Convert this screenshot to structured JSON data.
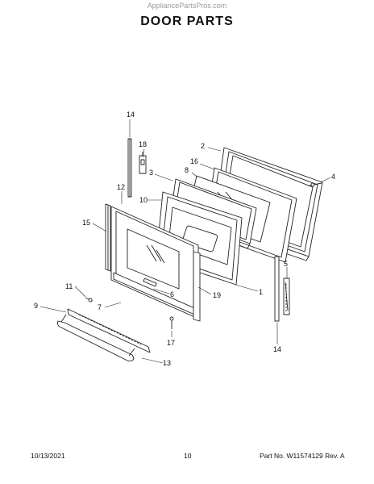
{
  "watermark": "AppliancePartsPros.com",
  "title": "DOOR PARTS",
  "callouts": [
    {
      "id": "c14a",
      "label": "14"
    },
    {
      "id": "c18",
      "label": "18"
    },
    {
      "id": "c2",
      "label": "2"
    },
    {
      "id": "c16",
      "label": "16"
    },
    {
      "id": "c3",
      "label": "3"
    },
    {
      "id": "c8",
      "label": "8"
    },
    {
      "id": "c4",
      "label": "4"
    },
    {
      "id": "c12",
      "label": "12"
    },
    {
      "id": "c10",
      "label": "10"
    },
    {
      "id": "c15",
      "label": "15"
    },
    {
      "id": "c5",
      "label": "5"
    },
    {
      "id": "c11",
      "label": "11"
    },
    {
      "id": "c1",
      "label": "1"
    },
    {
      "id": "c6",
      "label": "6"
    },
    {
      "id": "c19",
      "label": "19"
    },
    {
      "id": "c9",
      "label": "9"
    },
    {
      "id": "c7",
      "label": "7"
    },
    {
      "id": "c17",
      "label": "17"
    },
    {
      "id": "c14b",
      "label": "14"
    },
    {
      "id": "c13",
      "label": "13"
    }
  ],
  "footer": {
    "date": "10/13/2021",
    "page": "10",
    "part": "Part No. W11574129  Rev. A"
  }
}
